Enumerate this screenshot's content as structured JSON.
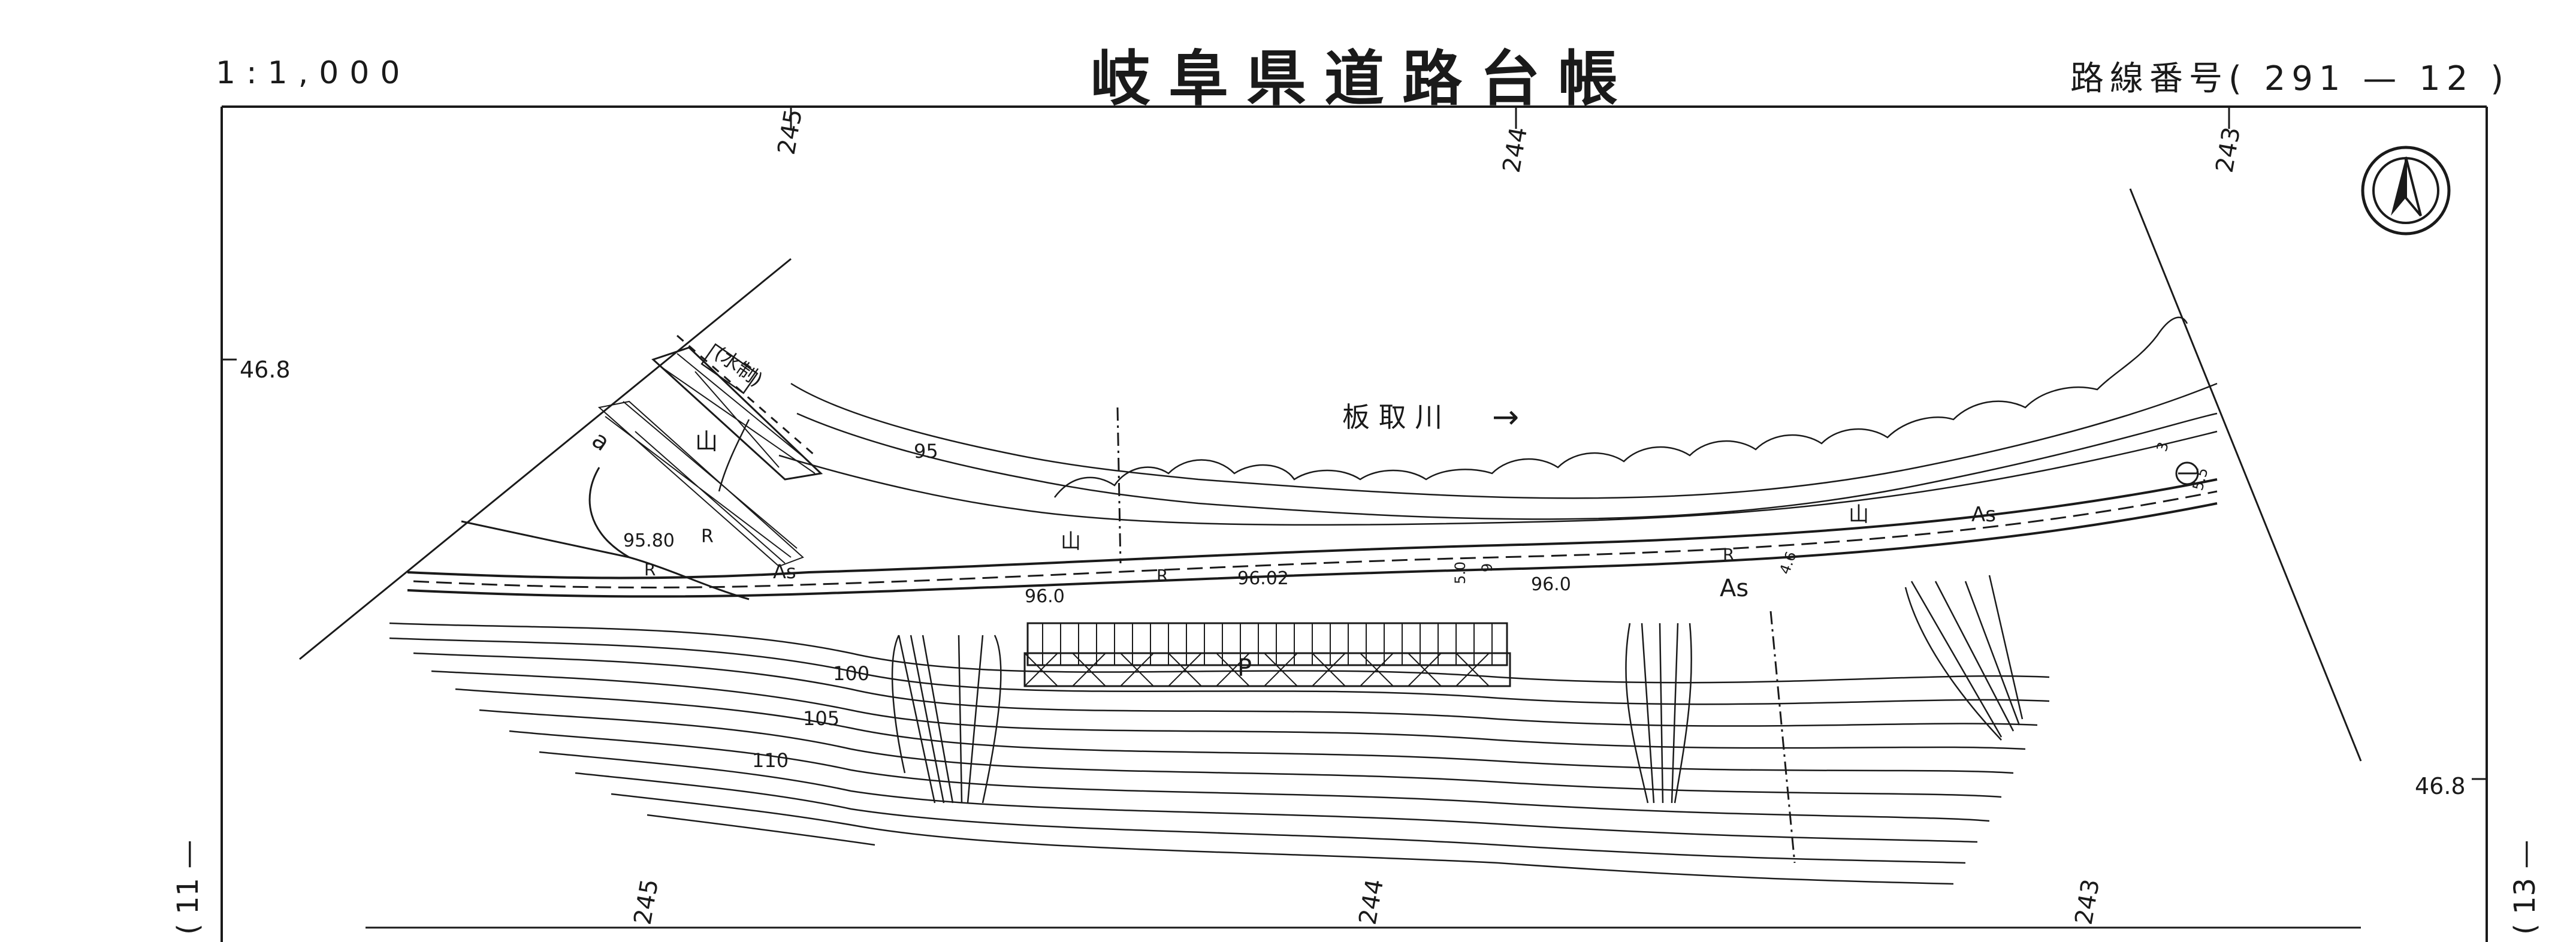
{
  "header": {
    "scale": "1:1,000",
    "title": "岐阜県道路台帳",
    "route_number": "路線番号( 291 — 12 )"
  },
  "sheet_refs": {
    "left": "( 11 —",
    "right": "( 13 —"
  },
  "stations": {
    "top": [
      "245",
      "244",
      "243"
    ],
    "bottom": [
      "245",
      "244",
      "243"
    ],
    "grid_left": "46.8",
    "grid_right": "46.8"
  },
  "river": {
    "name": "板 取 川",
    "flow_arrow": "→"
  },
  "contours": [
    "95",
    "100",
    "105",
    "110"
  ],
  "spot_heights": [
    "95.80",
    "96.0",
    "96.02",
    "96.0"
  ],
  "road_labels": {
    "pavement": [
      "As",
      "As",
      "As"
    ],
    "retaining_wall": [
      "R",
      "R",
      "R",
      "R"
    ],
    "parking": "P",
    "mountain": [
      "山",
      "山",
      "山"
    ],
    "water_control": "(水制)",
    "a_mark": "a"
  },
  "widths": [
    "5.0",
    "9",
    "4.6",
    "3",
    "5.5"
  ],
  "north_arrow": "north-arrow-icon",
  "colors": {
    "ink": "#1a1a1a",
    "paper": "#ffffff"
  }
}
